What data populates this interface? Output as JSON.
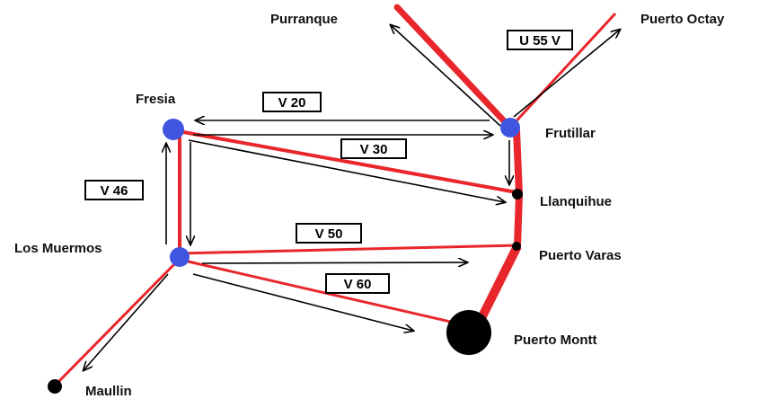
{
  "colors": {
    "road": "#e8262c",
    "arrow": "#000000",
    "city_blue": "#3f55e0",
    "city_black": "#000000"
  },
  "towns": {
    "purranque": "Purranque",
    "puerto_octay": "Puerto Octay",
    "fresia": "Fresia",
    "frutillar": "Frutillar",
    "llanquihue": "Llanquihue",
    "los_muermos": "Los Muermos",
    "puerto_varas": "Puerto Varas",
    "puerto_montt": "Puerto Montt",
    "maullin": "Maullin"
  },
  "routes": {
    "u55v": "U 55 V",
    "v20": "V 20",
    "v30": "V 30",
    "v46": "V 46",
    "v50": "V 50",
    "v60": "V 60"
  }
}
